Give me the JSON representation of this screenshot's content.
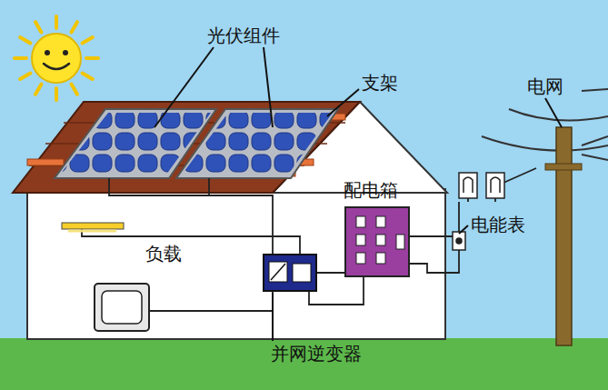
{
  "diagram": {
    "labels": [
      "光伏组件",
      "支架",
      "电网",
      "配电箱",
      "电能表",
      "负载",
      "并网逆变器"
    ]
  }
}
